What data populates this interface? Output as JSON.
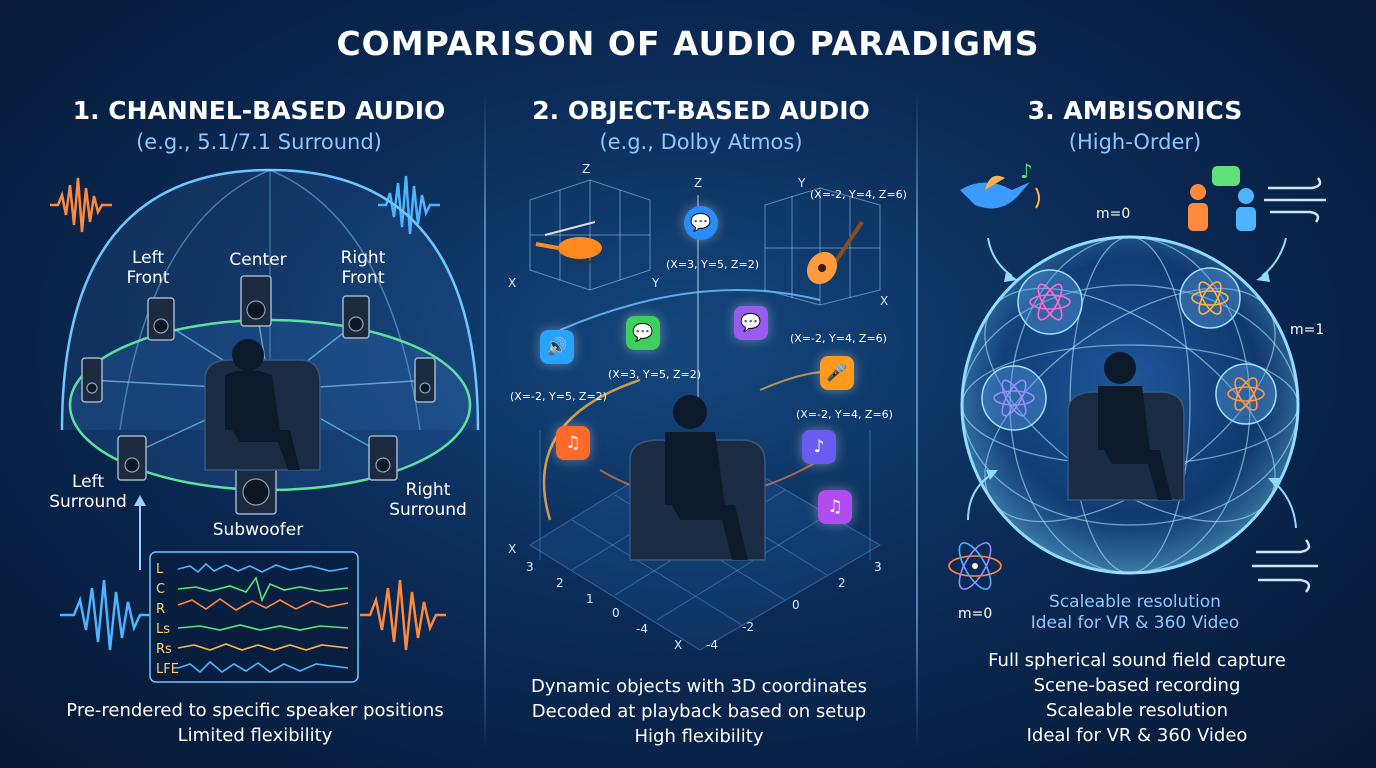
{
  "title": "COMPARISON OF AUDIO PARADIGMS",
  "panels": {
    "channel": {
      "title": "1. CHANNEL-BASED AUDIO",
      "subtitle": "(e.g., 5.1/7.1 Surround)",
      "speakers": {
        "left_front": "Left\nFront",
        "center": "Center",
        "right_front": "Right\nFront",
        "left_surround": "Left\nSurround",
        "subwoofer": "Subwoofer",
        "right_surround": "Right\nSurround"
      },
      "channels": [
        "L",
        "C",
        "R",
        "Ls",
        "Rs",
        "LFE"
      ],
      "footer": [
        "Pre-rendered to specific speaker positions",
        "Limited flexibility"
      ]
    },
    "object": {
      "title": "2. OBJECT-BASED AUDIO",
      "subtitle": "(e.g., Dolby Atmos)",
      "coords": {
        "c1": "(X=3, Y=5, Z=2)",
        "c2": "(X=-2, Y=4, Z=6)",
        "c3": "(X=3, Y=5, Z=2)",
        "c4": "(X=-2, Y=5, Z=2)",
        "c5": "(X=-2, Y=4, Z=6)",
        "c6": "(X=-2, Y=4, Z=6)"
      },
      "axis_labels": {
        "z1": "Z",
        "x1": "X",
        "y1": "Y",
        "z2": "Z",
        "y3": "Y",
        "x3": "X",
        "xa": "X",
        "xb": "X",
        "t3a": "3",
        "t2": "2",
        "t1": "1",
        "t0": "0",
        "tm4a": "-4",
        "t3b": "3",
        "t2b": "2",
        "t0b": "0",
        "tm2": "-2",
        "tm4b": "-4"
      },
      "footer": [
        "Dynamic objects with 3D coordinates",
        "Decoded at playback based on setup",
        "High flexibility"
      ]
    },
    "ambisonics": {
      "title": "3. AMBISONICS",
      "subtitle": "(High-Order)",
      "m_labels": {
        "top": "m=0",
        "right": "m=1",
        "bottom": "m=0"
      },
      "caption": [
        "Scaleable resolution",
        "Ideal for VR & 360 Video"
      ],
      "footer": [
        "Full spherical sound field capture",
        "Scene-based recording",
        "Scaleable resolution",
        "Ideal for VR & 360 Video"
      ]
    }
  },
  "colors": {
    "accent_blue": "#8fc6ff",
    "waveform_orange": "#ff8a3d",
    "waveform_blue": "#4fb4ff",
    "waveform_green": "#5fe07a",
    "caption_blue": "#8fc6ff"
  }
}
